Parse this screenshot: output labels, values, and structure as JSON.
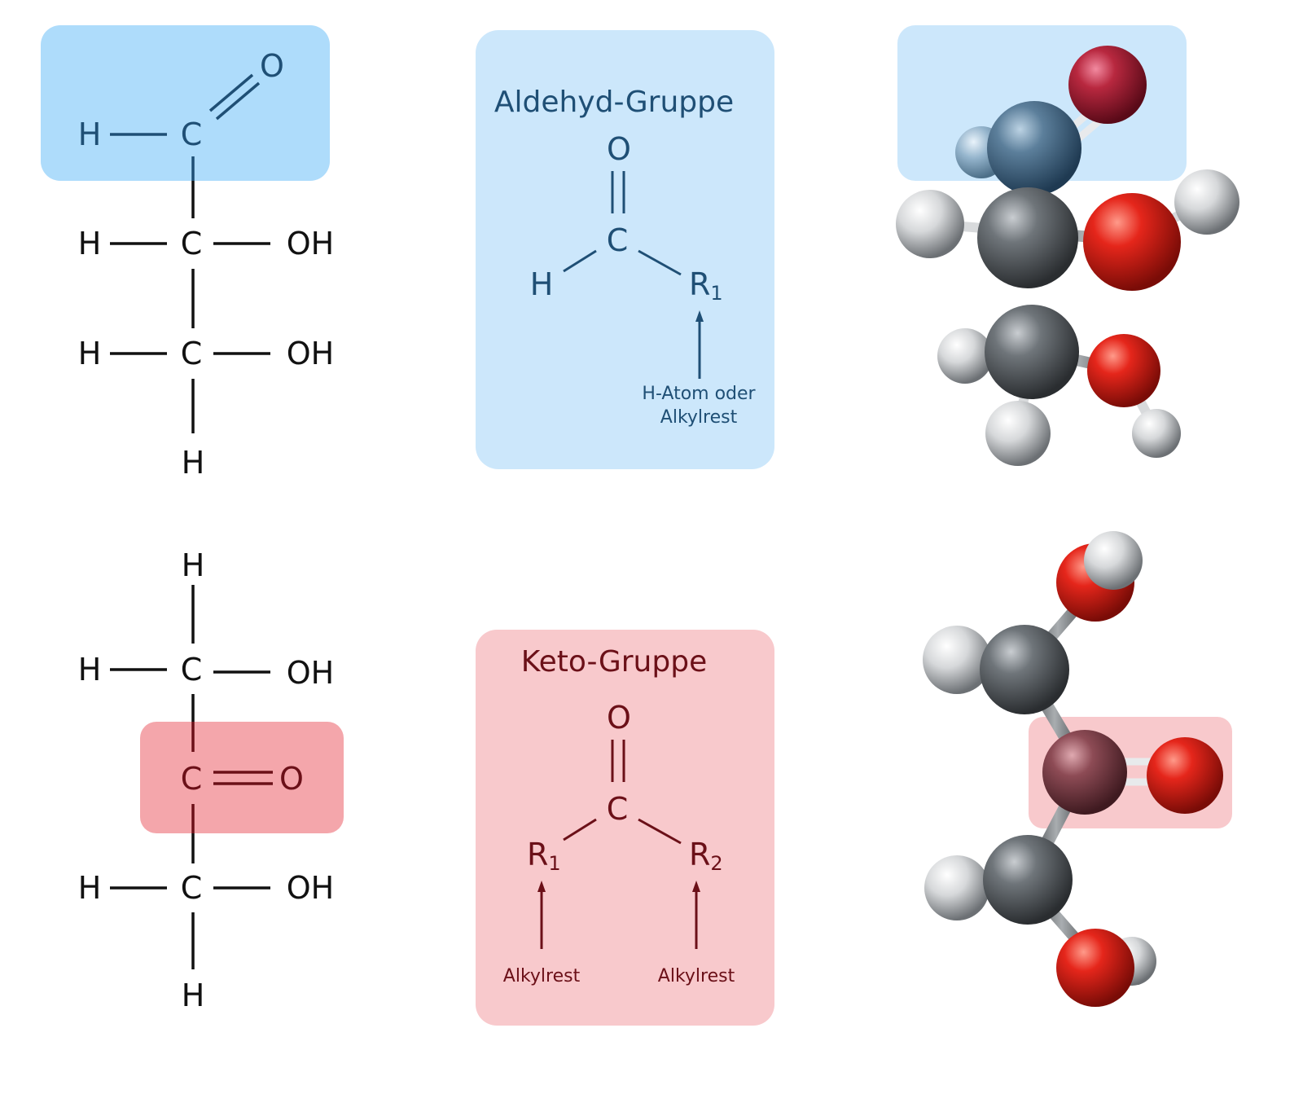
{
  "colors": {
    "aldehyde_dark": "#1f4f75",
    "aldehyde_box_strong": "#aedcfb",
    "aldehyde_box_light": "#cce7fb",
    "keto_dark": "#6b1018",
    "keto_box_strong": "#f4a6ab",
    "keto_box_light": "#f8c9cc",
    "black": "#111111"
  },
  "aldehyde_structure": {
    "atoms": {
      "o_top": "O",
      "h_top": "H",
      "c1": "C",
      "h2": "H",
      "c2": "C",
      "oh2": "OH",
      "h3": "H",
      "c3": "C",
      "oh3": "OH",
      "h_bottom": "H"
    }
  },
  "aldehyde_group": {
    "title": "Aldehyd-Gruppe",
    "o": "O",
    "c": "C",
    "h": "H",
    "r1_main": "R",
    "r1_sub": "1",
    "note_line1": "H-Atom oder",
    "note_line2": "Alkylrest"
  },
  "keto_structure": {
    "atoms": {
      "h_top": "H",
      "h2": "H",
      "c2": "C",
      "oh2": "OH",
      "c_keto": "C",
      "o_keto": "O",
      "h4": "H",
      "c4": "C",
      "oh4": "OH",
      "h_bottom": "H"
    }
  },
  "keto_group": {
    "title": "Keto-Gruppe",
    "o": "O",
    "c": "C",
    "r1_main": "R",
    "r1_sub": "1",
    "r2_main": "R",
    "r2_sub": "2",
    "note_left": "Alkylrest",
    "note_right": "Alkylrest"
  },
  "models": {
    "aldehyde_model": "glyceraldehyde ball-and-stick model",
    "keto_model": "dihydroxyacetone ball-and-stick model"
  }
}
